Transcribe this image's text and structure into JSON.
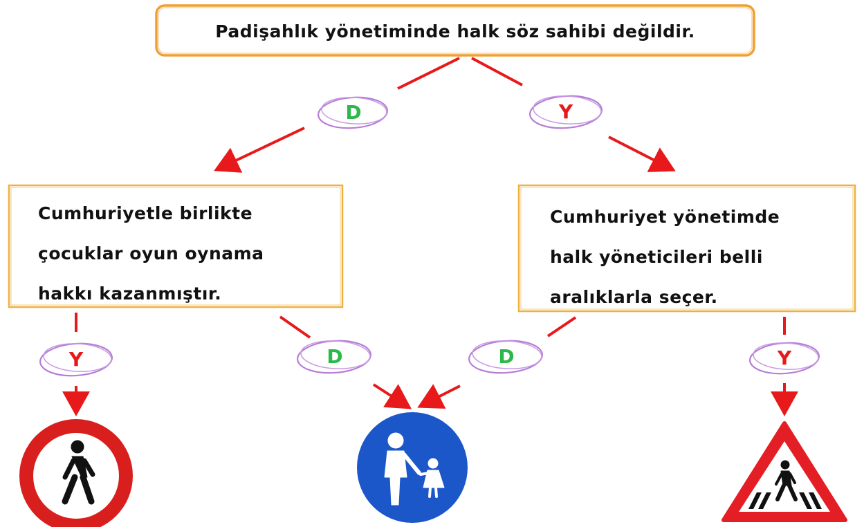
{
  "top_statement": "Padişahlık yönetiminde halk söz sahibi değildir.",
  "left_statement": {
    "lines": [
      "Cumhuriyetle birlikte",
      "çocuklar oyun oynama",
      "hakkı kazanmıştır."
    ]
  },
  "right_statement": {
    "lines": [
      "Cumhuriyet yönetimde",
      "halk yöneticileri belli",
      "aralıklarla seçer."
    ]
  },
  "badges": {
    "top_left": "D",
    "top_right": "Y",
    "bottom_left_y": "Y",
    "bottom_left_d": "D",
    "bottom_right_d": "D",
    "bottom_right_y": "Y"
  },
  "colors": {
    "arrow": "#e8191a",
    "badge_ring": "#b57ed6",
    "letter_d": "#2db84a",
    "letter_y": "#e8191a",
    "box_border": "#f0a030",
    "sign_red": "#d91e1e",
    "sign_blue": "#1b57c9"
  },
  "signs": {
    "left": "no-pedestrians-sign-icon",
    "center": "pedestrian-path-sign-icon",
    "right": "pedestrian-crossing-warning-sign-icon"
  }
}
